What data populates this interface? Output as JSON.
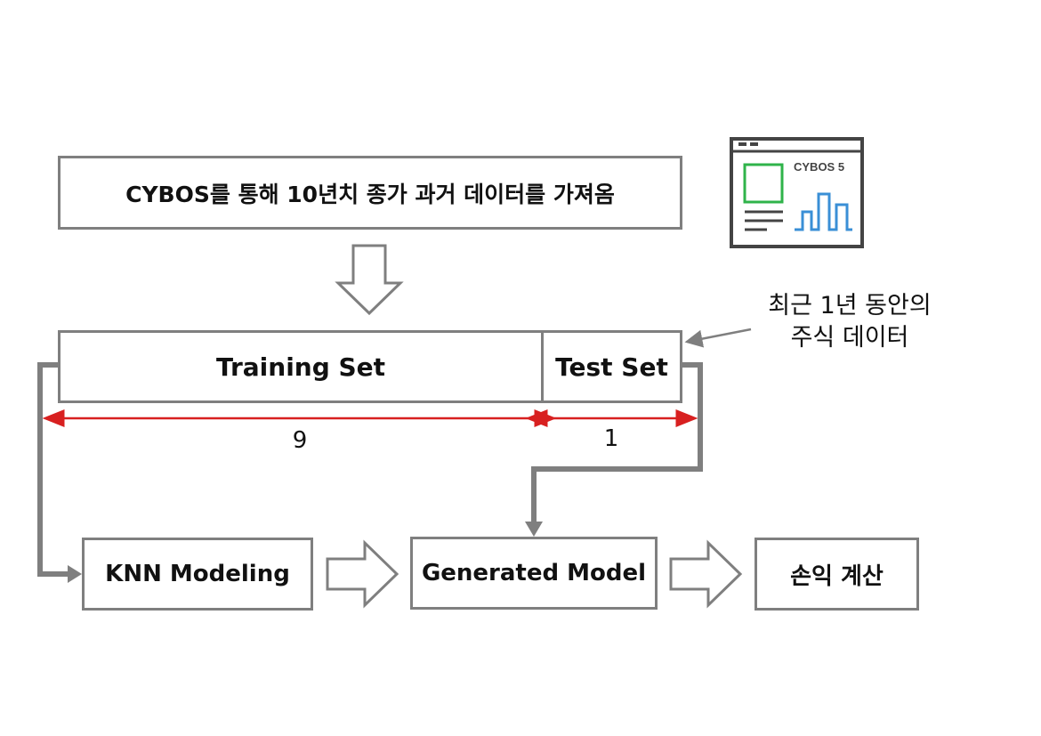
{
  "source_box": {
    "label": "CYBOS를 통해 10년치 종가 과거 데이터를 가져옴"
  },
  "cybos_window": {
    "label": "CYBOS 5",
    "colors": {
      "square": "#2fb34a",
      "bars": "#3a8fd6",
      "frame": "#444444"
    }
  },
  "split": {
    "training_label": "Training Set",
    "test_label": "Test Set",
    "training_ratio": "9",
    "test_ratio": "1"
  },
  "annotation": {
    "line1": "최근 1년 동안의",
    "line2": "주식 데이터"
  },
  "flow": {
    "knn_label": "KNN Modeling",
    "model_label": "Generated Model",
    "result_label": "손익 계산"
  },
  "colors": {
    "border": "#7f7f7f",
    "arrow": "#7f7f7f",
    "ratio_line": "#d82020"
  }
}
